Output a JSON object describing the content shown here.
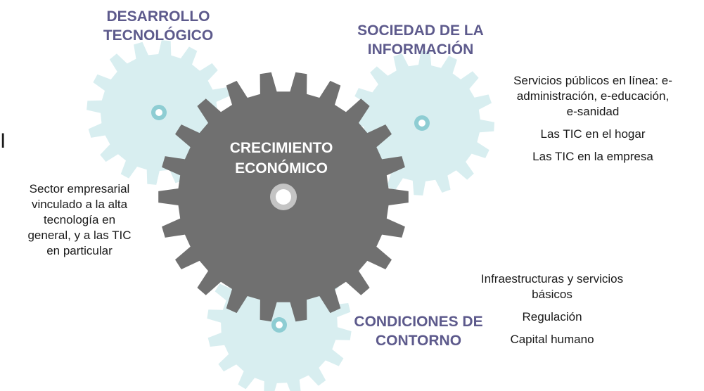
{
  "colors": {
    "main_gear": "#707070",
    "light_gear": "#d8eef0",
    "hub_light": "#c4c4c4",
    "hub_small": "#8ecdd3",
    "heading": "#5d5a8c",
    "center_text": "#ffffff",
    "body_text": "#1a1a1a"
  },
  "center": {
    "lines": [
      "CRECIMIENTO",
      "ECONÓMICO"
    ]
  },
  "gears": {
    "desarrollo": {
      "title_lines": [
        "DESARROLLO",
        "TECNOLÓGICO"
      ]
    },
    "sociedad": {
      "title_lines": [
        "SOCIEDAD DE LA",
        "INFORMACIÓN"
      ]
    },
    "condiciones": {
      "title_lines": [
        "CONDICIONES DE",
        "CONTORNO"
      ]
    }
  },
  "left_text": {
    "lines": [
      "Sector empresarial",
      "vinculado a la alta",
      "tecnología en",
      "general, y a las TIC",
      "en particular"
    ]
  },
  "right_top_items": [
    {
      "lines": [
        "Servicios públicos en línea: e-",
        "administración, e-educación,",
        "e-sanidad"
      ]
    },
    {
      "lines": [
        "Las TIC en el hogar"
      ]
    },
    {
      "lines": [
        "Las TIC en la empresa"
      ]
    }
  ],
  "right_bottom_items": [
    {
      "lines": [
        "Infraestructuras y servicios",
        "básicos"
      ]
    },
    {
      "lines": [
        "Regulación"
      ]
    },
    {
      "lines": [
        "Capital humano"
      ]
    }
  ],
  "stray_glyph": "I"
}
